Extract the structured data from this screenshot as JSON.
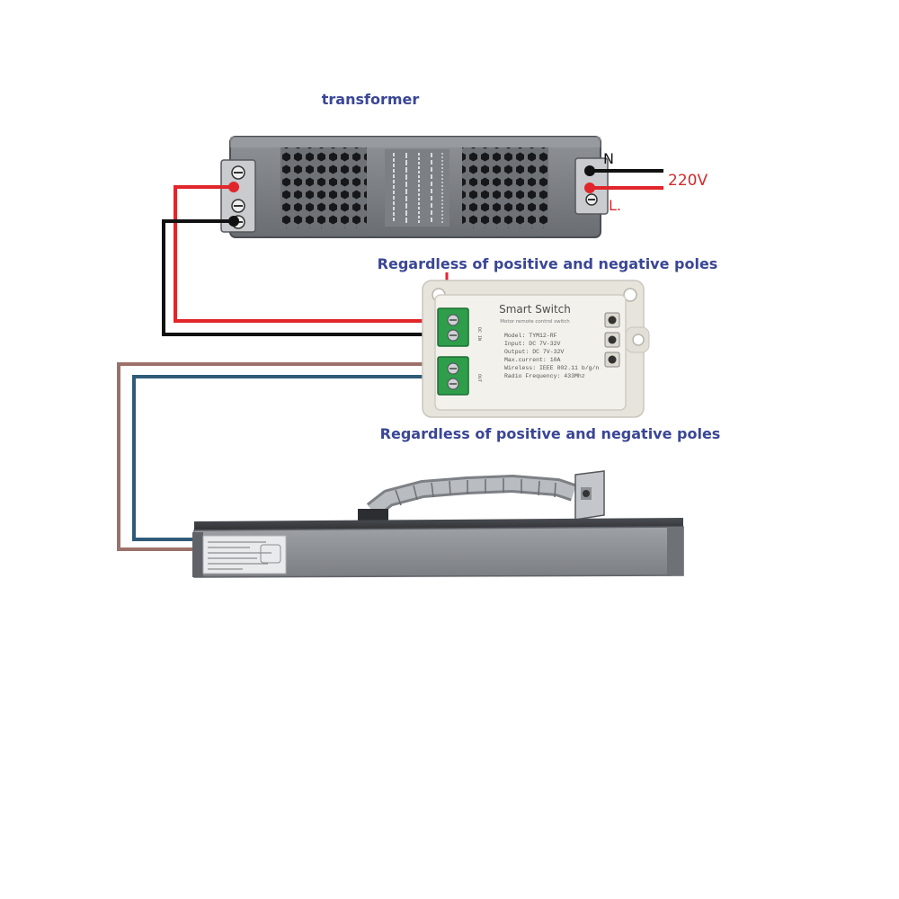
{
  "labels": {
    "transformer": "transformer",
    "poles_top": "Regardless of positive and negative poles",
    "poles_bottom": "Regardless of positive and negative poles",
    "mains_voltage": "220V",
    "neutral": "N",
    "live": "L."
  },
  "switch": {
    "title": "Smart Switch",
    "subtitle": "Motor remote control switch",
    "specs": [
      "Model:  TYM12-RF",
      "Input:  DC 7V-32V",
      "Output:  DC 7V-32V",
      "Max.current:  10A",
      "Wireless:  IEEE 802.11 b/g/n",
      "Radio Frequency:  433Mhz"
    ],
    "side_in": "DC IN",
    "side_out": "OUT"
  },
  "colors": {
    "red_wire": "#e0262b",
    "black_wire": "#111111",
    "brown_wire": "#9c7169",
    "blue_wire": "#2f5b78",
    "label_blue": "#3a4696",
    "label_red": "#d42a2a"
  }
}
